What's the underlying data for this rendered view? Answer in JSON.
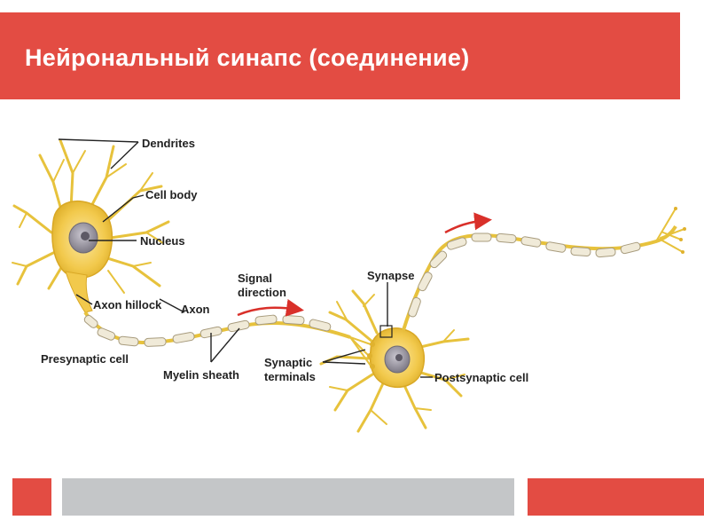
{
  "slide": {
    "title": "Нейрональный синапс (соединение)"
  },
  "diagram": {
    "labels": {
      "dendrites": "Dendrites",
      "cell_body": "Cell body",
      "nucleus": "Nucleus",
      "axon_hillock": "Axon hillock",
      "axon": "Axon",
      "signal_direction_1": "Signal",
      "signal_direction_2": "direction",
      "synapse": "Synapse",
      "presynaptic_cell": "Presynaptic cell",
      "myelin_sheath": "Myelin sheath",
      "synaptic_terminals_1": "Synaptic",
      "synaptic_terminals_2": "terminals",
      "postsynaptic_cell": "Postsynaptic cell"
    },
    "colors": {
      "cell": "#f2c94c",
      "dendrite": "#e7c23c",
      "nucleus": "#8e8a94",
      "myelin": "#f0ead8",
      "arrow": "#d9302a",
      "accent": "#e34c43",
      "footer_gray": "#c4c6c8"
    }
  }
}
